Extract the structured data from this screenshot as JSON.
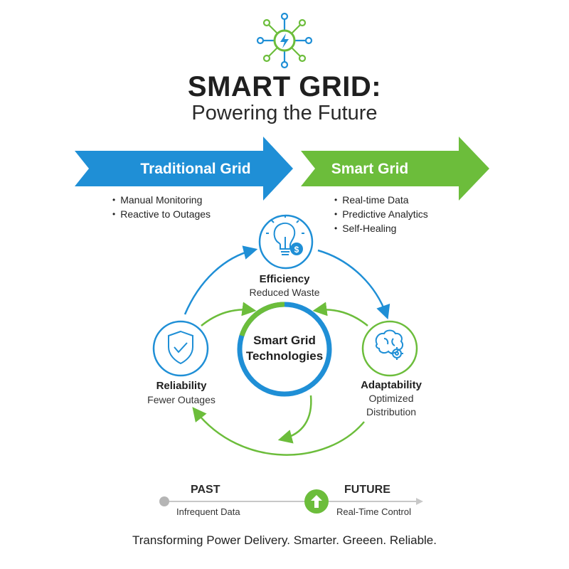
{
  "header": {
    "title": "SMART GRID:",
    "subtitle": "Powering the Future",
    "logo_icon": "lightning-network-icon"
  },
  "comparison": {
    "traditional": {
      "label": "Traditional Grid",
      "color": "#1f8fd6",
      "bullets": [
        "Manual Monitoring",
        "Reactive to Outages"
      ]
    },
    "smart": {
      "label": "Smart Grid",
      "color": "#6cbd3b",
      "bullets": [
        "Real-time Data",
        "Predictive Analytics",
        "Self-Healing"
      ]
    }
  },
  "cycle": {
    "center": {
      "line1": "Smart Grid",
      "line2": "Technologies"
    },
    "efficiency": {
      "title": "Efficiency",
      "subtitle": "Reduced Waste",
      "icon": "lightbulb-dollar-icon"
    },
    "reliability": {
      "title": "Reliability",
      "subtitle": "Fewer Outages",
      "icon": "shield-check-icon"
    },
    "adaptability": {
      "title": "Adaptability",
      "subtitle_line1": "Optimized",
      "subtitle_line2": "Distribution",
      "icon": "brain-gear-icon"
    }
  },
  "timeline": {
    "past_label": "PAST",
    "past_sub": "Infrequent Data",
    "future_label": "FUTURE",
    "future_sub": "Real-Time Control",
    "indicator_icon": "up-arrow-icon"
  },
  "footer": {
    "tagline": "Transforming Power Delivery. Smarter. Greeen. Reliable."
  },
  "colors": {
    "blue": "#1f8fd6",
    "green": "#6cbd3b",
    "gray": "#b5b5b5"
  }
}
